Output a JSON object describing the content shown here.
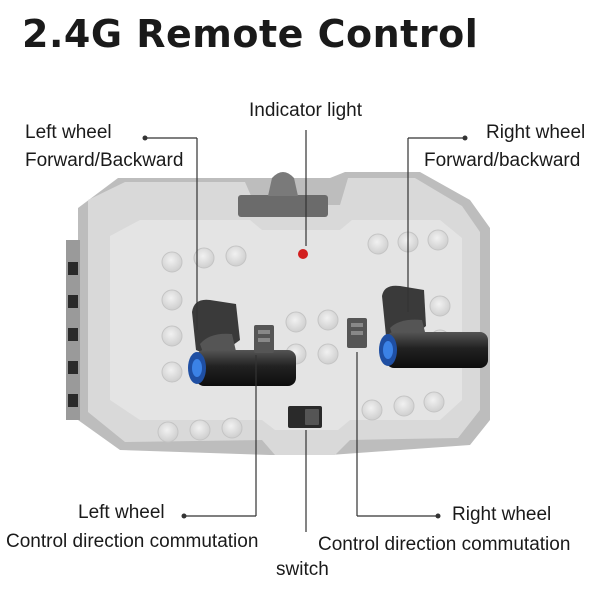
{
  "title": "2.4G Remote Control",
  "labels": {
    "indicator": "Indicator light",
    "left_top_1": "Left wheel",
    "left_top_2": "Forward/Backward",
    "right_top_1": "Right wheel",
    "right_top_2": "Forward/backward",
    "left_bottom_1": "Left wheel",
    "left_bottom_2": "Control direction commutation",
    "right_bottom_1": "Right wheel",
    "right_bottom_2": "Control direction commutation",
    "switch": "switch"
  },
  "colors": {
    "body_gray": "#d4d4d4",
    "body_top": "#e2e2e2",
    "antenna": "#6b6b6b",
    "lever": "#2a2a2a",
    "lever_tip": "#2b6fd6",
    "led": "#d21e1e",
    "leader_line": "#333333"
  }
}
